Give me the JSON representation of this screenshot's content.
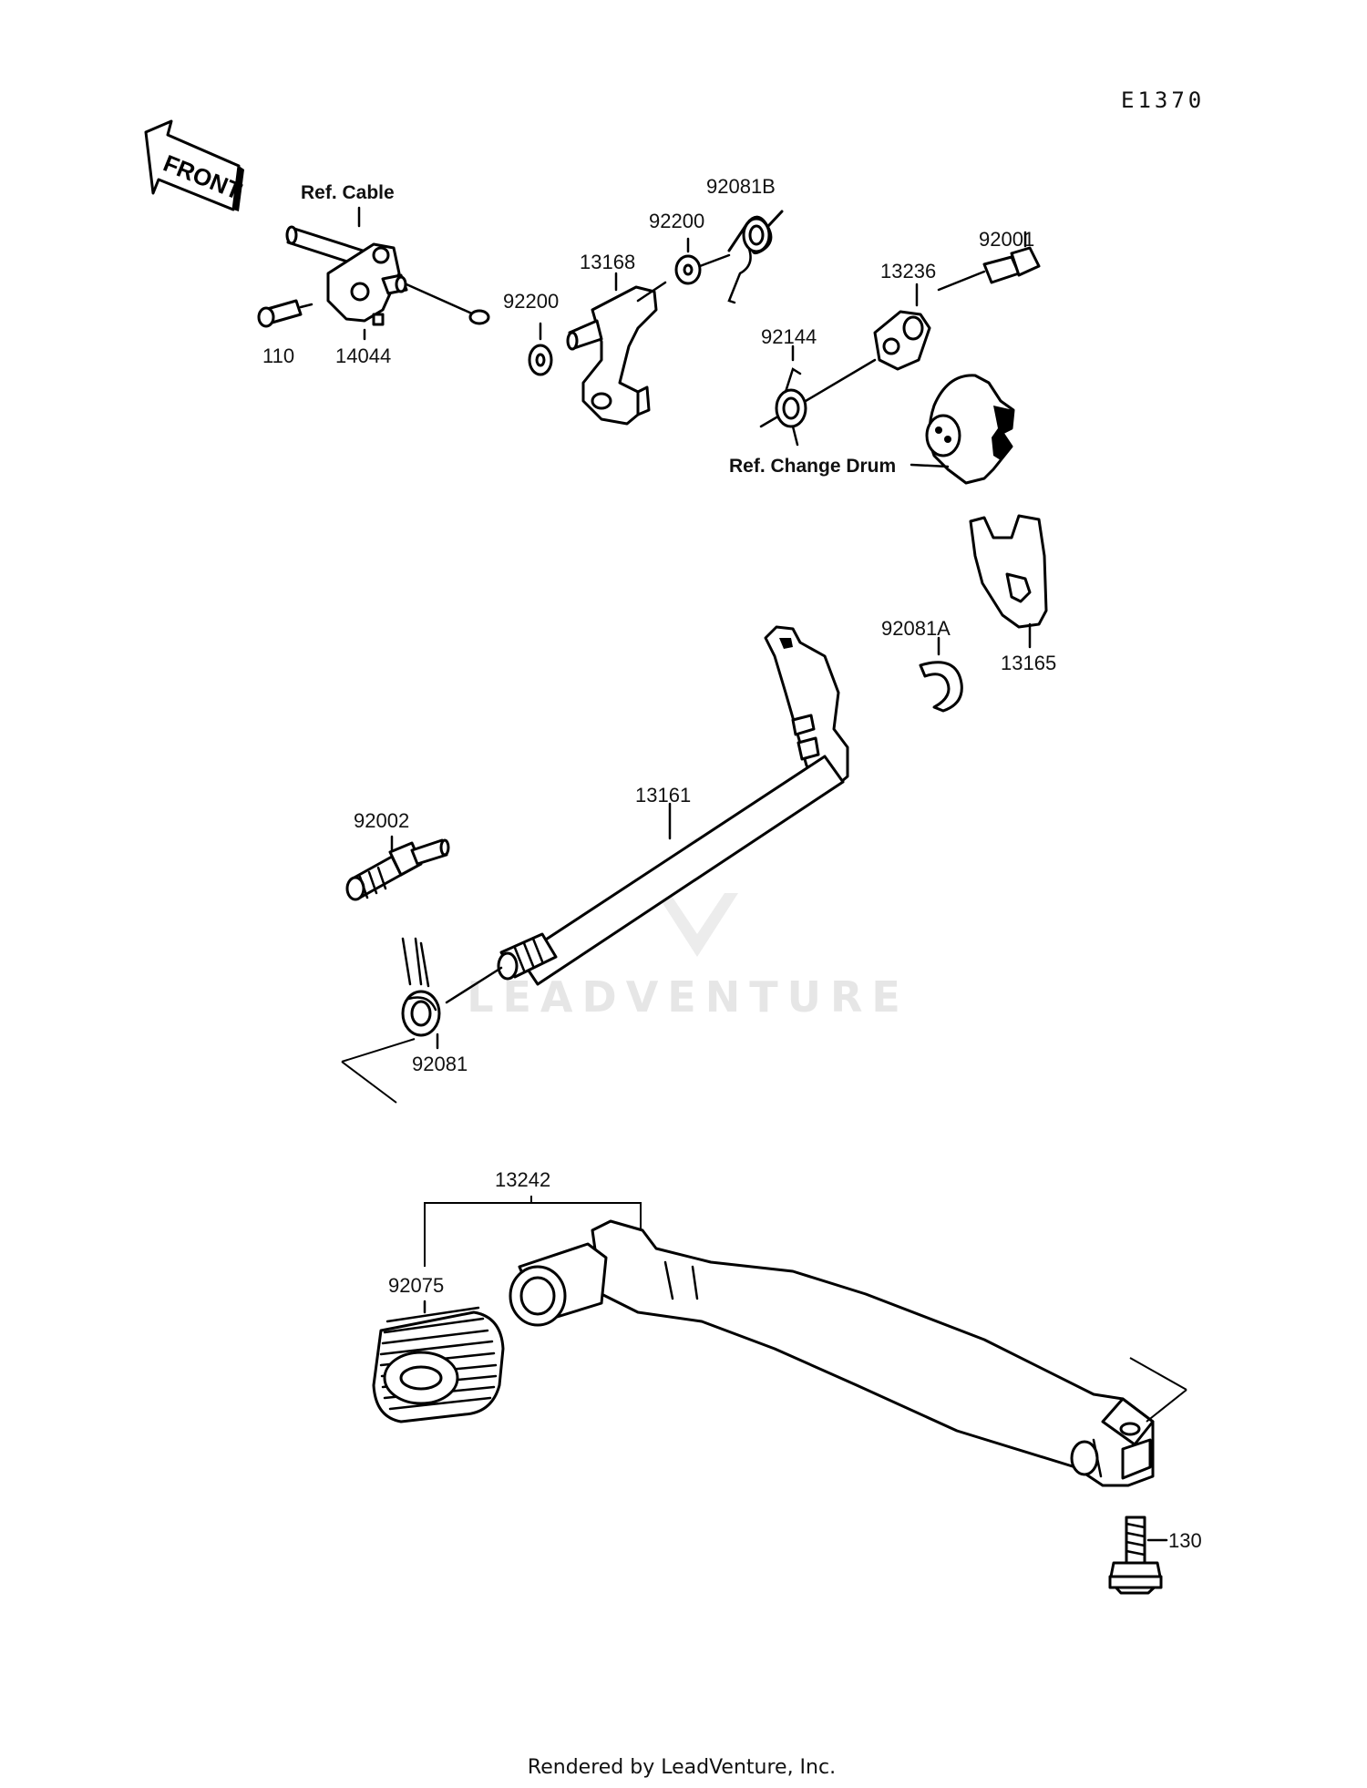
{
  "diagram": {
    "code": "E1370",
    "front_label": "FRONT",
    "watermark": "LEADVENTURE",
    "footer": "Rendered by LeadVenture, Inc.",
    "ref_labels": {
      "cable": "Ref. Cable",
      "change_drum": "Ref. Change Drum"
    },
    "part_labels": {
      "p110": "110",
      "p14044": "14044",
      "p92200_a": "92200",
      "p13168": "13168",
      "p92200_b": "92200",
      "p92081B": "92081B",
      "p13236": "13236",
      "p92001": "92001",
      "p92144": "92144",
      "p13165": "13165",
      "p92081A": "92081A",
      "p13161": "13161",
      "p92002": "92002",
      "p92081": "92081",
      "p13242": "13242",
      "p92075": "92075",
      "p130": "130"
    }
  }
}
